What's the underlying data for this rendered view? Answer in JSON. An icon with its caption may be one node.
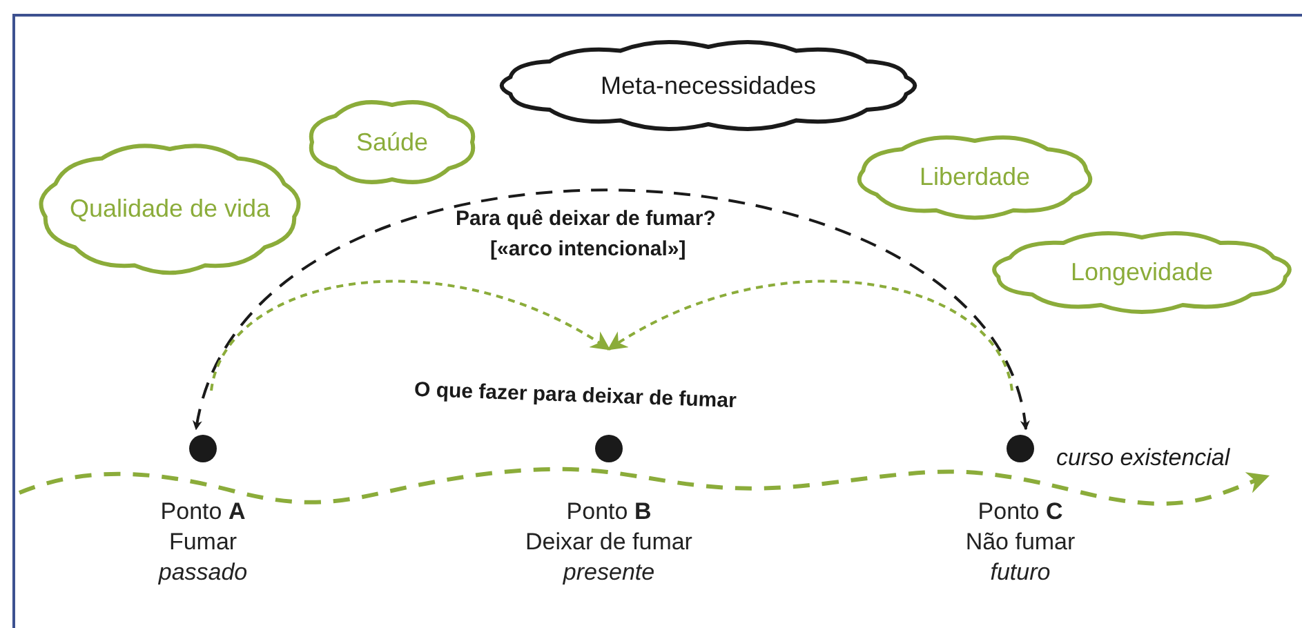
{
  "diagram": {
    "nodes": [
      {
        "text": [
          "Meta-necessidades"
        ]
      },
      {
        "text": [
          "Saúde"
        ]
      },
      {
        "text": [
          "Qualidade de vida"
        ]
      },
      {
        "text": [
          "Liberdade"
        ]
      },
      {
        "text": [
          "Longevidade"
        ]
      },
      {
        "text": [],
        "shape": "circle",
        "beside": [
          "Ponto **A**",
          "Fumar",
          "passado"
        ]
      },
      {
        "text": [],
        "shape": "circle",
        "beside": [
          "Ponto **B**",
          "Deixar de fumar",
          "presente"
        ]
      },
      {
        "text": [],
        "shape": "circle",
        "beside": [
          "Ponto **C**",
          "Não fumar",
          "futuro"
        ]
      }
    ],
    "edges": [
      {
        "from": 7,
        "to": 5,
        "arrow": "both",
        "style": "dashed",
        "color": "#1a1a1a"
      },
      {
        "from": 5,
        "to": 6,
        "arrow": "to",
        "style": "dashed",
        "color": "#8bac3a"
      },
      {
        "from": 7,
        "to": 6,
        "arrow": "to",
        "style": "dashed",
        "color": "#8bac3a"
      }
    ],
    "labels": [
      "Para quê deixar de fumar?",
      "[«arco intencional»]",
      "O que fazer para deixar de fumar",
      "curso existencial"
    ]
  }
}
